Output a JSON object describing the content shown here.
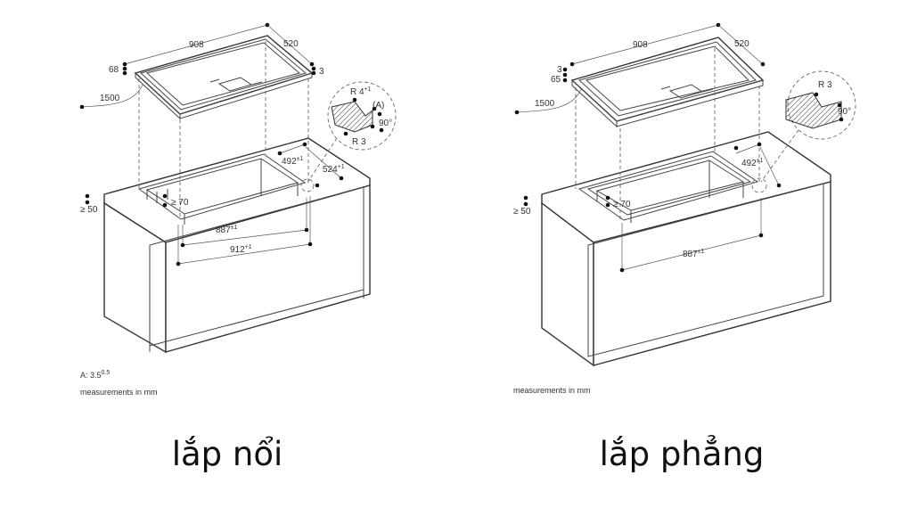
{
  "left": {
    "caption": "lắp nổi",
    "dims": {
      "width": "908",
      "depth": "520",
      "h68": "68",
      "h3": "3",
      "cable": "1500",
      "r4": "R 4",
      "r4_tol": "+1",
      "a": "(A)",
      "angle": "90°",
      "r3": "R 3",
      "cut_depth": "492",
      "cut_depth_tol": "±1",
      "cut_depth2": "524",
      "cut_depth2_tol": "+1",
      "min70": "≥ 70",
      "min50": "≥ 50",
      "cut_w": "887",
      "cut_w_tol": "±1",
      "cut_w2": "912",
      "cut_w2_tol": "+1"
    },
    "note_a": "A: 3.5",
    "note_a_tol": "0.5",
    "note_units": "measurements in mm"
  },
  "right": {
    "caption": "lắp phẳng",
    "dims": {
      "width": "908",
      "depth": "520",
      "h3": "3",
      "h65": "65",
      "cable": "1500",
      "r3": "R 3",
      "angle": "90°",
      "cut_depth": "492",
      "cut_depth_tol": "±1",
      "min70": "≥ 70",
      "min50": "≥ 50",
      "cut_w": "887",
      "cut_w_tol": "±1"
    },
    "note_units": "measurements in mm"
  }
}
